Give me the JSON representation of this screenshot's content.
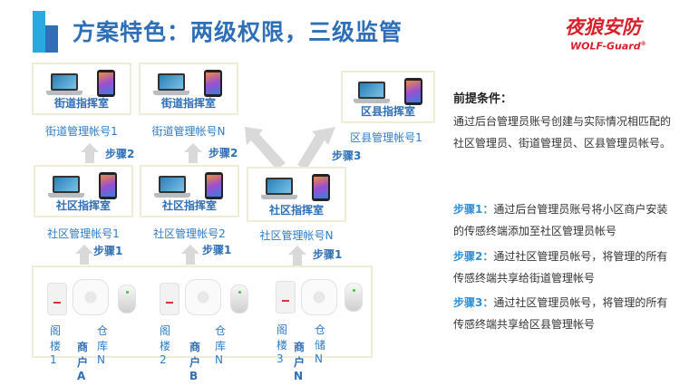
{
  "header": {
    "title": "方案特色：两级权限，三级监管",
    "logo_cn": "夜狼安防",
    "logo_en": "WOLF-Guard",
    "logo_mark": "®"
  },
  "diagram": {
    "street": [
      {
        "room": "街道指挥室",
        "account": "街道管理帐号1"
      },
      {
        "room": "街道指挥室",
        "account": "街道管理帐号N"
      }
    ],
    "county": {
      "room": "区县指挥室",
      "account": "区县管理帐号1"
    },
    "community": [
      {
        "room": "社区指挥室",
        "account": "社区管理帐号1"
      },
      {
        "room": "社区指挥室",
        "account": "社区管理帐号2"
      },
      {
        "room": "社区指挥室",
        "account": "社区管理帐号N"
      }
    ],
    "steps": {
      "s1": "步骤1",
      "s2": "步骤2",
      "s3": "步骤3"
    },
    "merchants": [
      {
        "name": "商户A",
        "left": "阁楼1",
        "right": "仓库N"
      },
      {
        "name": "商户B",
        "left": "阁楼2",
        "right": "仓库N"
      },
      {
        "name": "商户N",
        "left": "阁楼3",
        "right": "仓储N"
      }
    ]
  },
  "info": {
    "pre_title": "前提条件：",
    "pre_text": "通过后台管理员账号创建与实际情况相匹配的社区管理员、街道管理员、区县管理员帐号。",
    "steps": [
      {
        "label": "步骤1：",
        "text": "通过后台管理员账号将小区商户安装的传感终端添加至社区管理员帐号"
      },
      {
        "label": "步骤2：",
        "text": "通过社区管理员帐号，将管理的所有传感终端共享给街道管理帐号"
      },
      {
        "label": "步骤3：",
        "text": "通过社区管理员帐号，将管理的所有传感终端共享给区县管理帐号"
      }
    ]
  }
}
